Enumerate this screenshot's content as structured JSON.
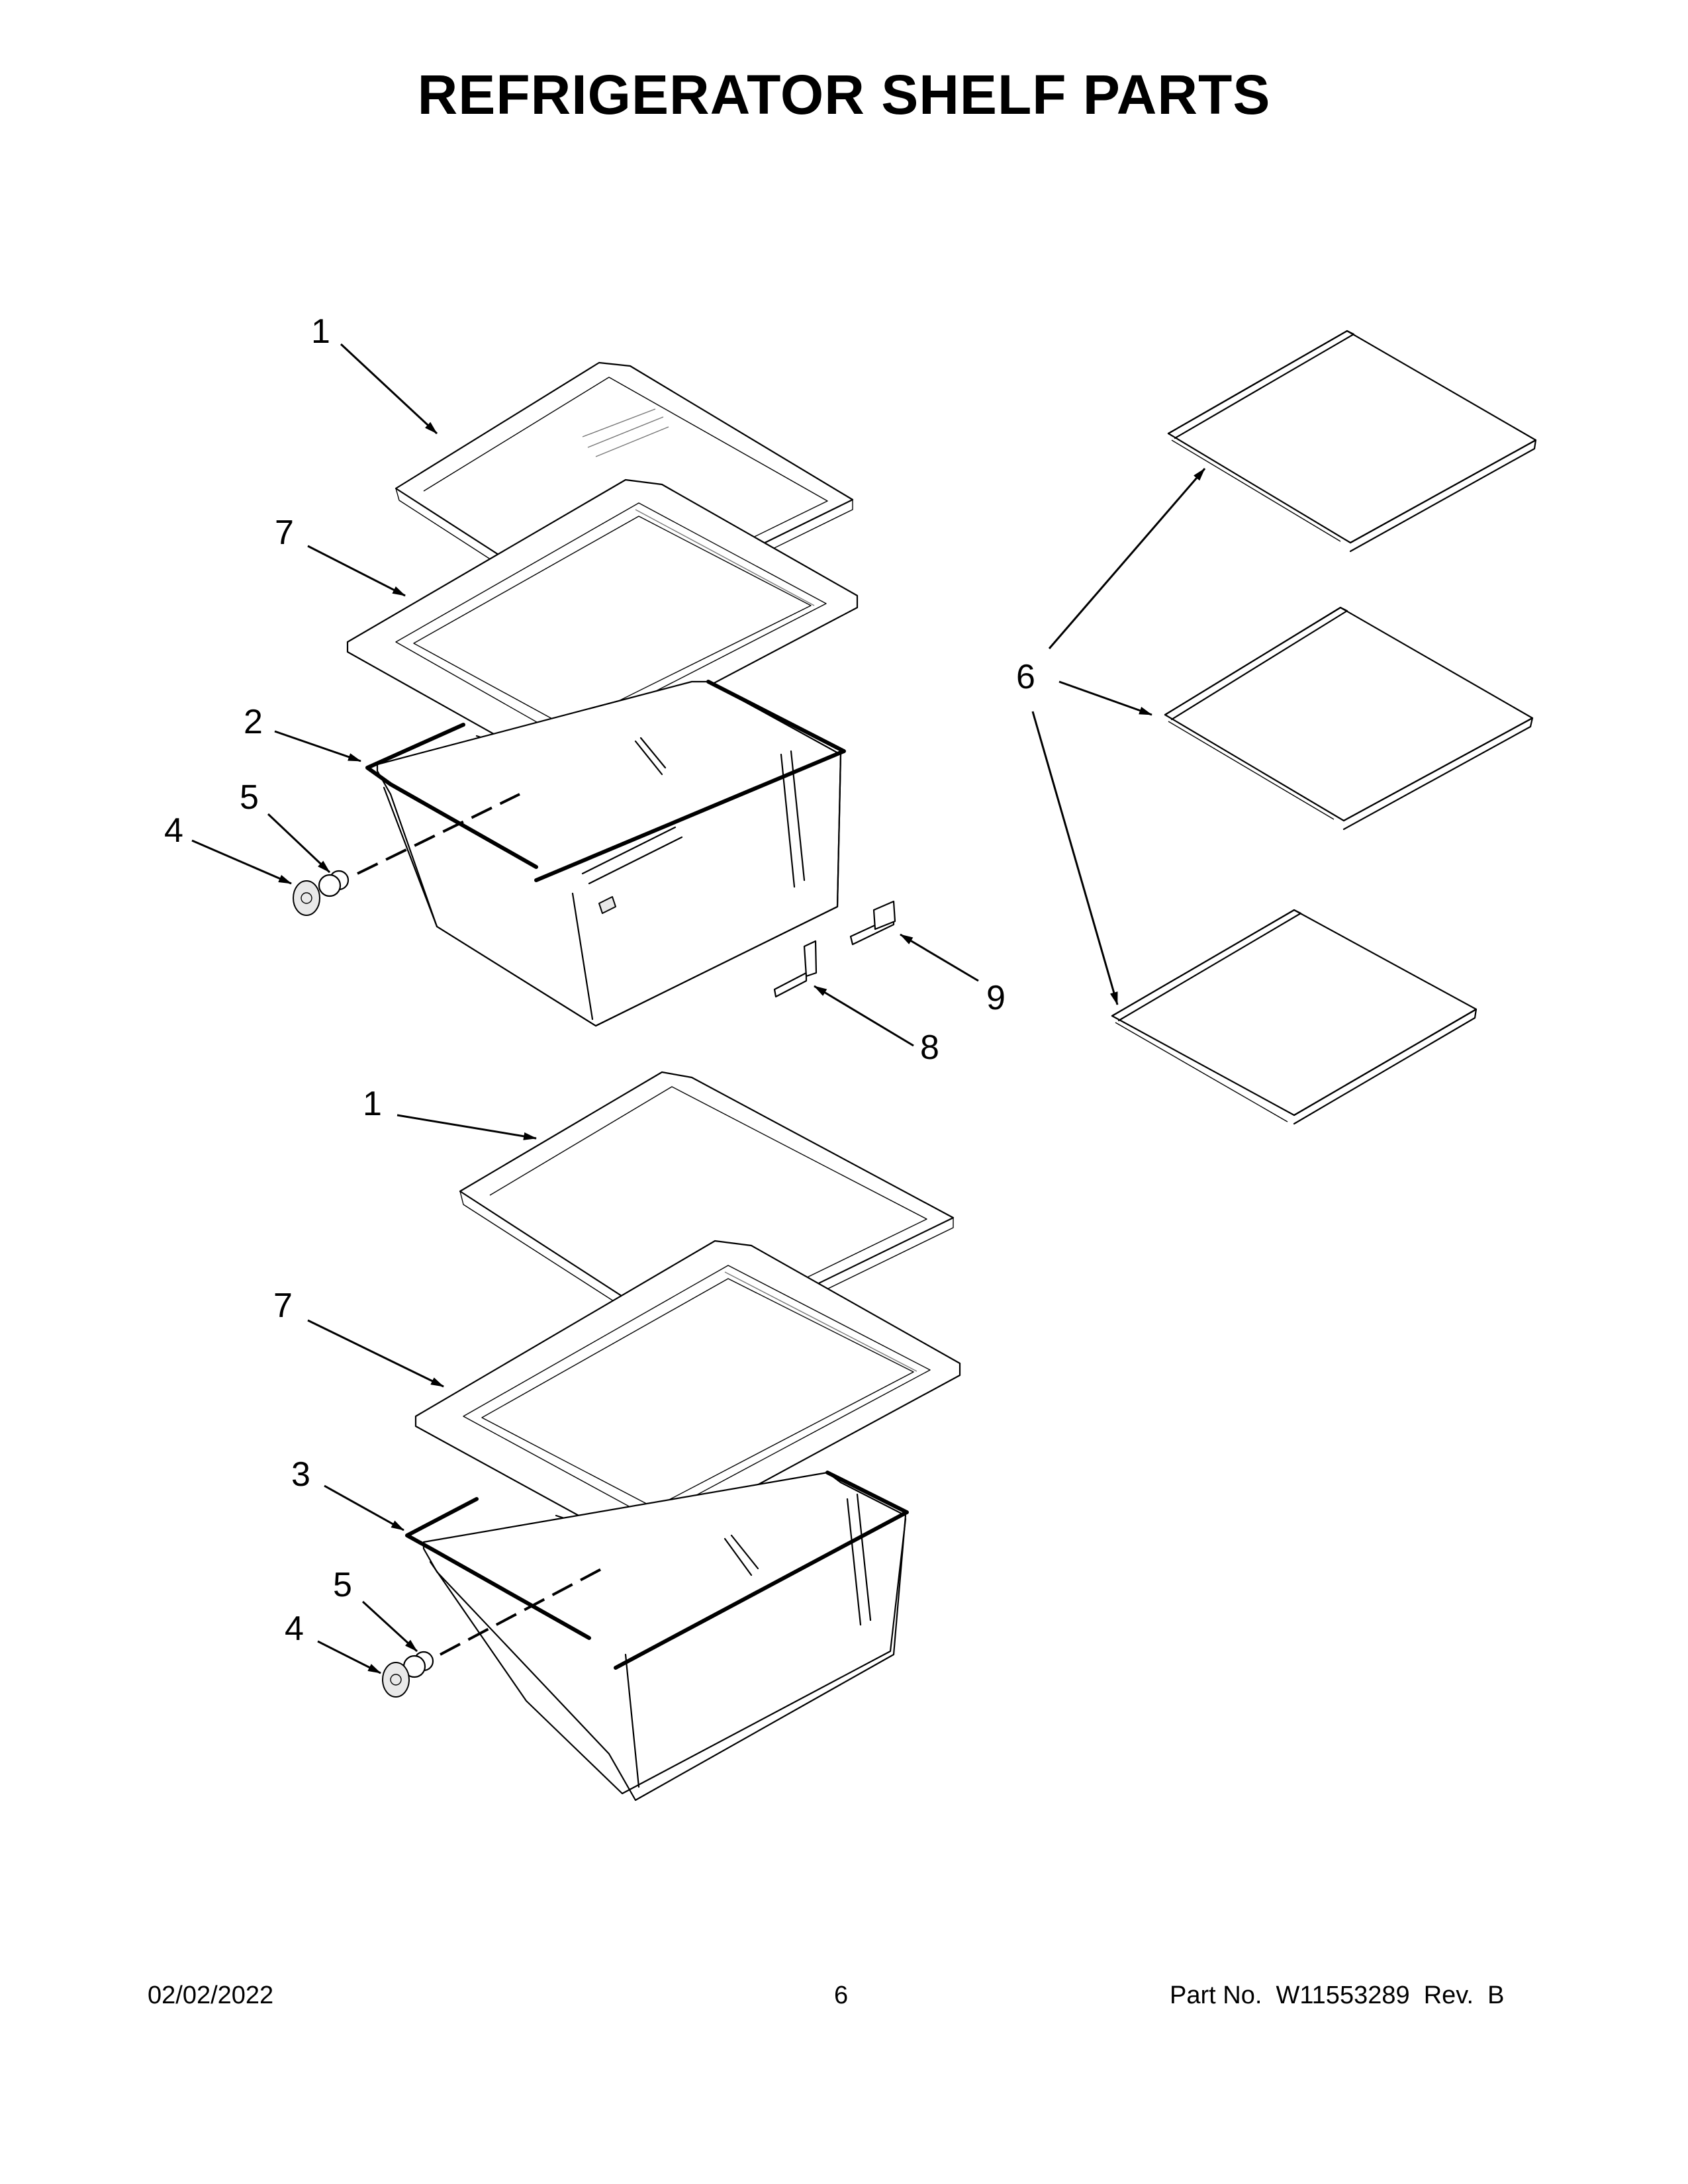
{
  "title": "REFRIGERATOR SHELF PARTS",
  "callouts": [
    "1",
    "7",
    "2",
    "5",
    "4",
    "6",
    "9",
    "8",
    "1",
    "7",
    "3",
    "5",
    "4"
  ],
  "footer": {
    "date": "02/02/2022",
    "page": "6",
    "part_number": "Part No.  W11553289  Rev.  B"
  }
}
